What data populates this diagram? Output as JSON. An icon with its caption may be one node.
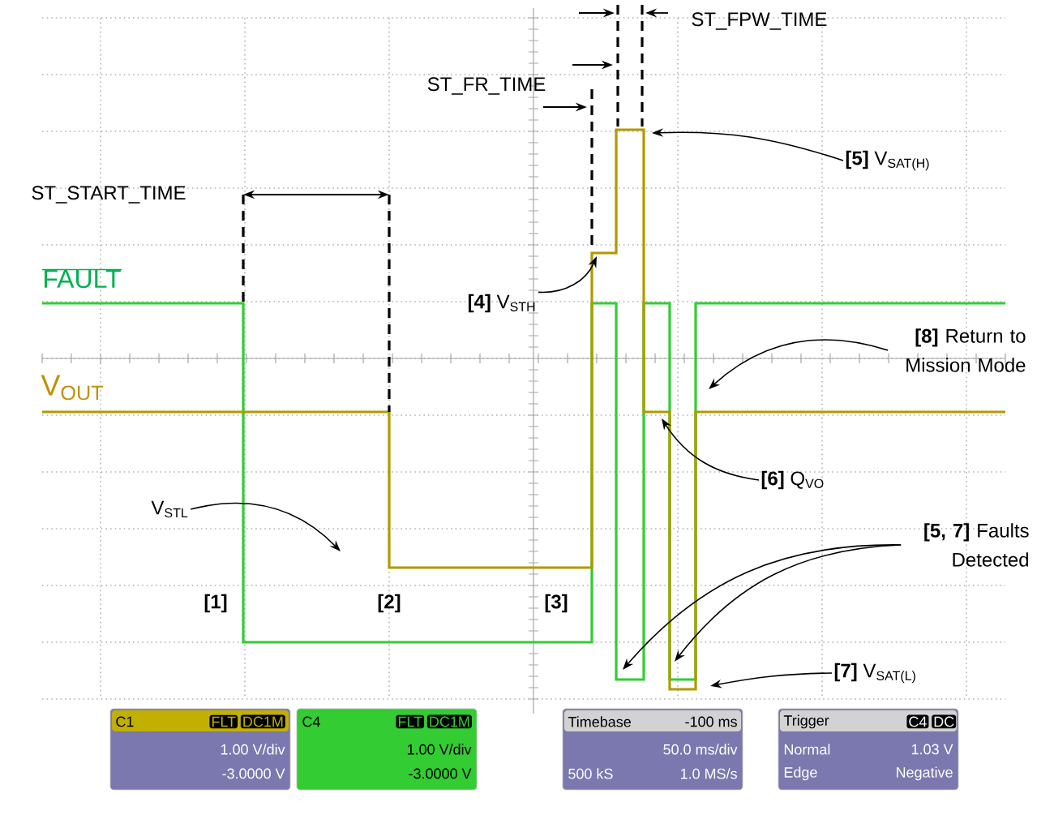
{
  "diagram": {
    "nodes": [
      {
        "text": [
          "**[4]** V$_{STH}$"
        ]
      },
      {
        "text": [
          "**[5]** V$_{SAT(H)}$"
        ]
      },
      {
        "text": [
          "**[8]** Return to Mission Mode"
        ]
      },
      {
        "text": [
          "V$_{STL}$"
        ]
      },
      {
        "text": [
          "**[6]** Q$_{VO}$"
        ]
      },
      {
        "text": [
          "**[5, 7]** Faults Detected"
        ]
      },
      {
        "text": [
          "**[7]** V$_{SAT(L)}$"
        ]
      },
      {
        "text": [
          "C1",
          "FLT",
          "DC1M",
          "1.00 V/div",
          "-3.0000 V"
        ]
      },
      {
        "text": [
          "C4",
          "FLT",
          "DC1M",
          "1.00 V/div",
          "-3.0000 V"
        ]
      },
      {
        "text": [
          "Timebase",
          "-100 ms",
          "50.0 ms/div",
          "500 kS",
          "1.0 MS/s"
        ]
      },
      {
        "text": [
          "Trigger",
          "C4",
          "DC",
          "Normal",
          "1.03 V",
          "Edge",
          "Negative"
        ]
      }
    ],
    "edges": [
      {
        "from": 0,
        "to": null,
        "arrow": "to"
      },
      {
        "from": 1,
        "to": null,
        "arrow": "to"
      },
      {
        "from": 2,
        "to": null,
        "arrow": "to"
      },
      {
        "from": 3,
        "to": null,
        "arrow": "to"
      },
      {
        "from": 4,
        "to": null,
        "arrow": "to"
      },
      {
        "from": 5,
        "to": null,
        "arrow": "to"
      },
      {
        "from": 5,
        "to": null,
        "arrow": "to"
      },
      {
        "from": 6,
        "to": null,
        "arrow": "to"
      }
    ],
    "labels": [
      "ST_FPW_TIME",
      "ST_FR_TIME",
      "ST_START_TIME",
      "FAULT",
      "V$_{OUT}$",
      "[1]",
      "[2]",
      "[3]"
    ]
  }
}
